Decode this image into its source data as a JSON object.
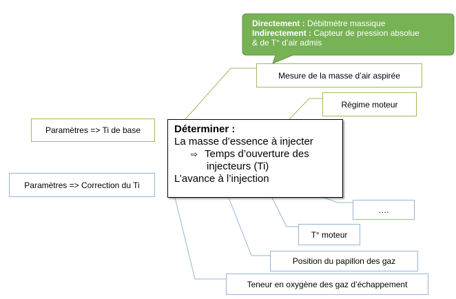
{
  "callout": {
    "line1_label": "Directement :",
    "line1_text": "Débitmètre massique",
    "line2_label": "Indirectement :",
    "line2_text": "Capteur de pression absolue",
    "line3_text": "& de T° d’air admis"
  },
  "main": {
    "title": "Déterminer :",
    "line1": "La masse d’essence à injecter",
    "arrow_icon": "⇨",
    "line2": "Temps d’ouverture des",
    "line3": "injecteurs (Ti)",
    "line4": "L’avance à l’injection"
  },
  "inputs": {
    "masse_air": "Mesure de la masse d’air aspirée",
    "regime": "Régime moteur",
    "etc": "….",
    "t_moteur": "T° moteur",
    "papillon": "Position du papillon des gaz",
    "oxygene": "Teneur  en oxygène des gaz d’échappement"
  },
  "params": {
    "base": "Paramètres  => Ti de base",
    "correction": "Paramètres  => Correction du Ti"
  },
  "colors": {
    "green_border": "#9bbb59",
    "blue_border": "#95b3d7",
    "callout_fill": "#77b255"
  }
}
